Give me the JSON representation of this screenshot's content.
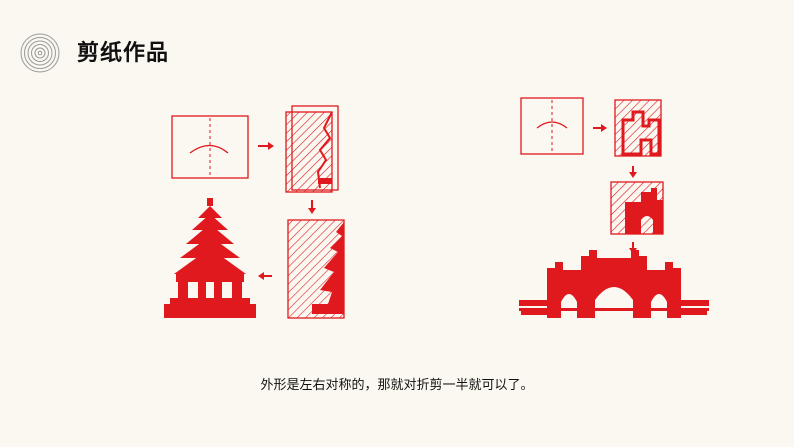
{
  "slide": {
    "title": "剪纸作品",
    "caption": "外形是左右对称的，那就对折剪一半就可以了。"
  },
  "colors": {
    "background": "#fbf8f1",
    "accent_red": "#e0191f",
    "logo_gray": "#9a9a9a"
  },
  "icons": [
    "concentric-circles-logo-icon",
    "arrow-right-icon",
    "arrow-down-icon",
    "arrow-left-icon"
  ],
  "figures": [
    {
      "name": "pagoda-papercut-steps"
    },
    {
      "name": "archway-papercut-steps"
    }
  ]
}
